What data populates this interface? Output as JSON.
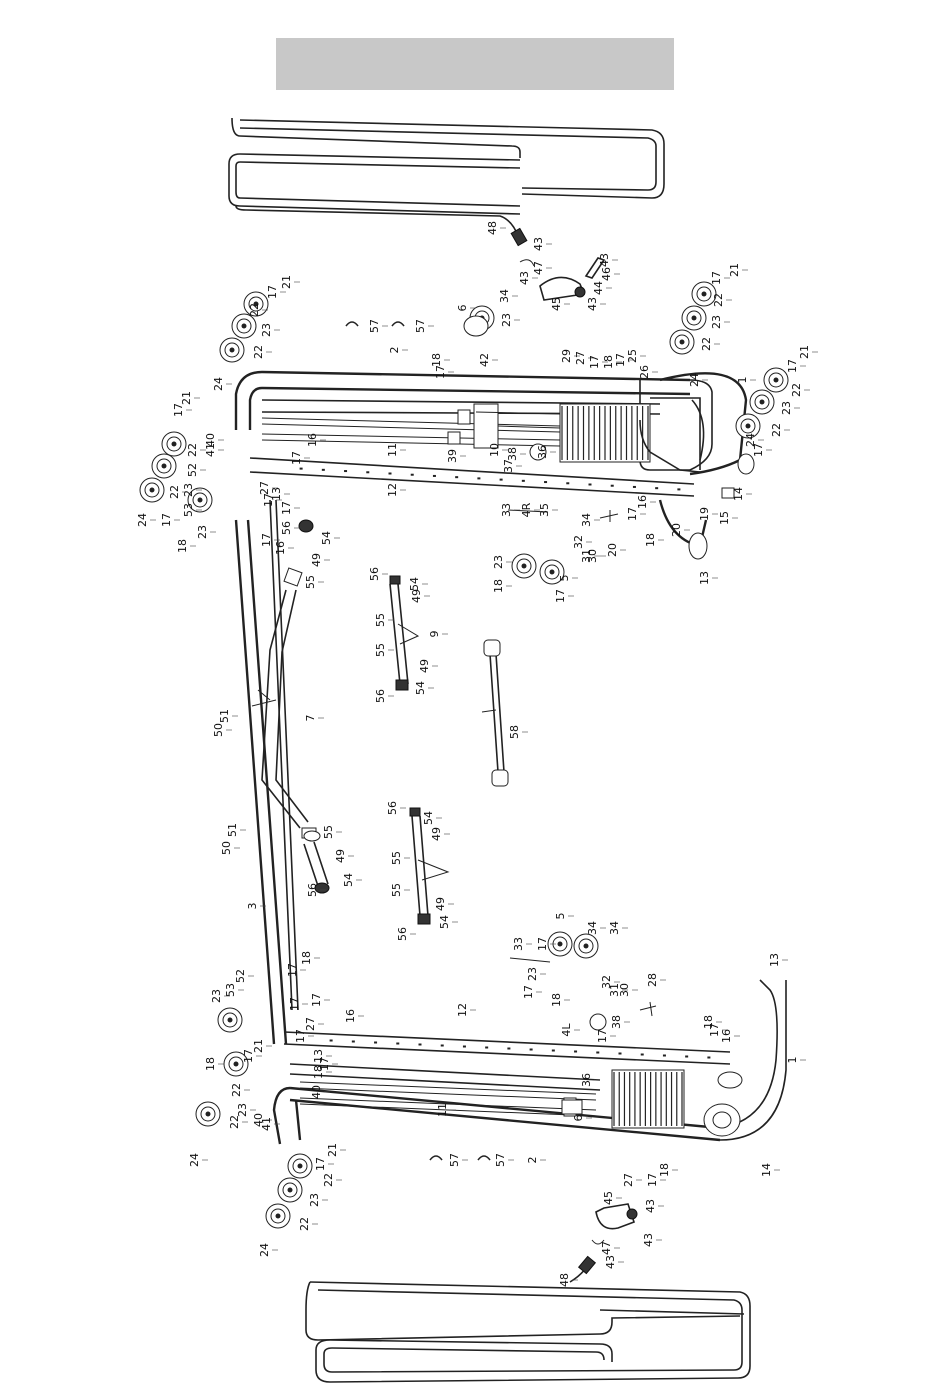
{
  "diagram": {
    "labels": [
      "1",
      "2",
      "3",
      "5",
      "6",
      "7",
      "9",
      "10",
      "11",
      "12",
      "13",
      "14",
      "15",
      "16",
      "17",
      "18",
      "19",
      "20",
      "21",
      "22",
      "23",
      "24",
      "25",
      "26",
      "27",
      "28",
      "29",
      "30",
      "31",
      "32",
      "33",
      "34",
      "35",
      "36",
      "37",
      "38",
      "39",
      "40",
      "41",
      "42",
      "43",
      "44",
      "45",
      "46",
      "47",
      "48",
      "49",
      "50",
      "51",
      "52",
      "53",
      "54",
      "55",
      "56",
      "57",
      "58",
      "4L",
      "4R"
    ]
  }
}
